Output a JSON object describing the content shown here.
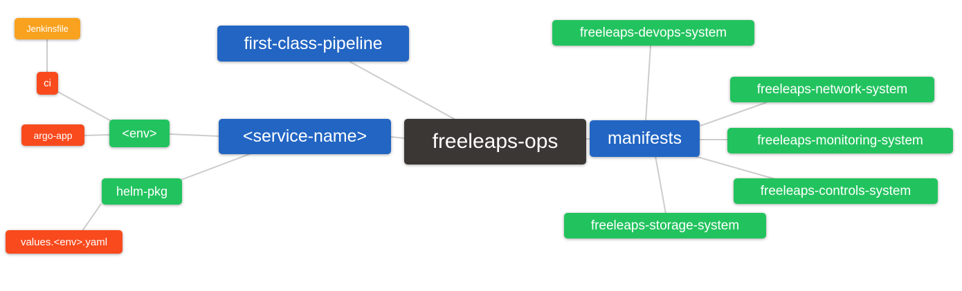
{
  "diagram": {
    "type": "mindmap",
    "root_label": "freeleaps-ops",
    "colors": {
      "root": "#3b3735",
      "branch_blue": "#2265c3",
      "leaf_green": "#22c35e",
      "leaf_red": "#f94a1d",
      "leaf_orange": "#f9a21f",
      "edge": "#cccccc",
      "background": "#ffffff",
      "text": "#ffffff"
    },
    "nodes": [
      {
        "id": "jenkinsfile",
        "label": "Jenkinsfile",
        "color": "#f9a21f"
      },
      {
        "id": "ci",
        "label": "ci",
        "color": "#f94a1d"
      },
      {
        "id": "argo-app",
        "label": "argo-app",
        "color": "#f94a1d"
      },
      {
        "id": "env",
        "label": "<env>",
        "color": "#22c35e"
      },
      {
        "id": "first-class-pipeline",
        "label": "first-class-pipeline",
        "color": "#2265c3"
      },
      {
        "id": "service-name",
        "label": "<service-name>",
        "color": "#2265c3"
      },
      {
        "id": "freeleaps-ops",
        "label": "freeleaps-ops",
        "color": "#3b3735"
      },
      {
        "id": "manifests",
        "label": "manifests",
        "color": "#2265c3"
      },
      {
        "id": "freeleaps-devops-system",
        "label": "freeleaps-devops-system",
        "color": "#22c35e"
      },
      {
        "id": "freeleaps-network-system",
        "label": "freeleaps-network-system",
        "color": "#22c35e"
      },
      {
        "id": "freeleaps-monitoring-system",
        "label": "freeleaps-monitoring-system",
        "color": "#22c35e"
      },
      {
        "id": "freeleaps-controls-system",
        "label": "freeleaps-controls-system",
        "color": "#22c35e"
      },
      {
        "id": "freeleaps-storage-system",
        "label": "freeleaps-storage-system",
        "color": "#22c35e"
      },
      {
        "id": "helm-pkg",
        "label": "helm-pkg",
        "color": "#22c35e"
      },
      {
        "id": "values-env-yaml",
        "label": "values.<env>.yaml",
        "color": "#f94a1d"
      }
    ],
    "edges": [
      [
        "jenkinsfile",
        "ci"
      ],
      [
        "ci",
        "env"
      ],
      [
        "argo-app",
        "env"
      ],
      [
        "env",
        "service-name"
      ],
      [
        "service-name",
        "helm-pkg"
      ],
      [
        "helm-pkg",
        "values-env-yaml"
      ],
      [
        "first-class-pipeline",
        "freeleaps-ops"
      ],
      [
        "service-name",
        "freeleaps-ops"
      ],
      [
        "freeleaps-ops",
        "manifests"
      ],
      [
        "manifests",
        "freeleaps-devops-system"
      ],
      [
        "manifests",
        "freeleaps-network-system"
      ],
      [
        "manifests",
        "freeleaps-monitoring-system"
      ],
      [
        "manifests",
        "freeleaps-controls-system"
      ],
      [
        "manifests",
        "freeleaps-storage-system"
      ]
    ]
  }
}
